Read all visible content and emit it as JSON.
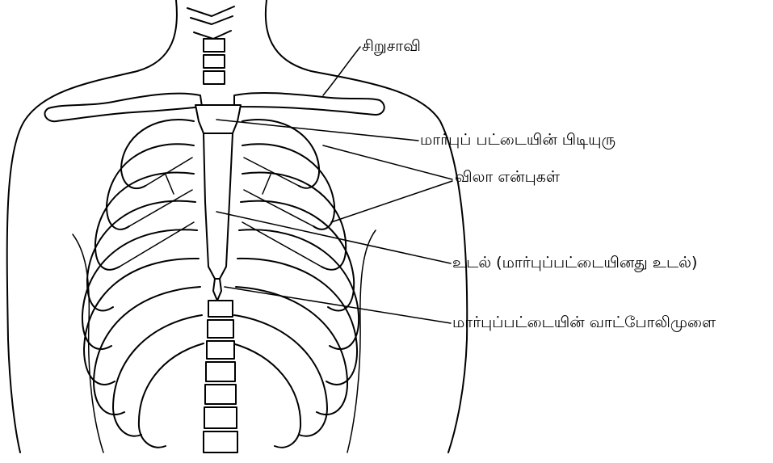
{
  "diagram": {
    "labels": {
      "clavicle": "சிறுசாவி",
      "manubrium": "மார்புப் பட்டையின் பிடியுரு",
      "ribs": "விலா என்புகள்",
      "body": "உடல் (மார்புப்பட்டையினது உடல்)",
      "xiphoid": "மார்புப்பட்டையின் வாட்போலிமுளை"
    }
  }
}
